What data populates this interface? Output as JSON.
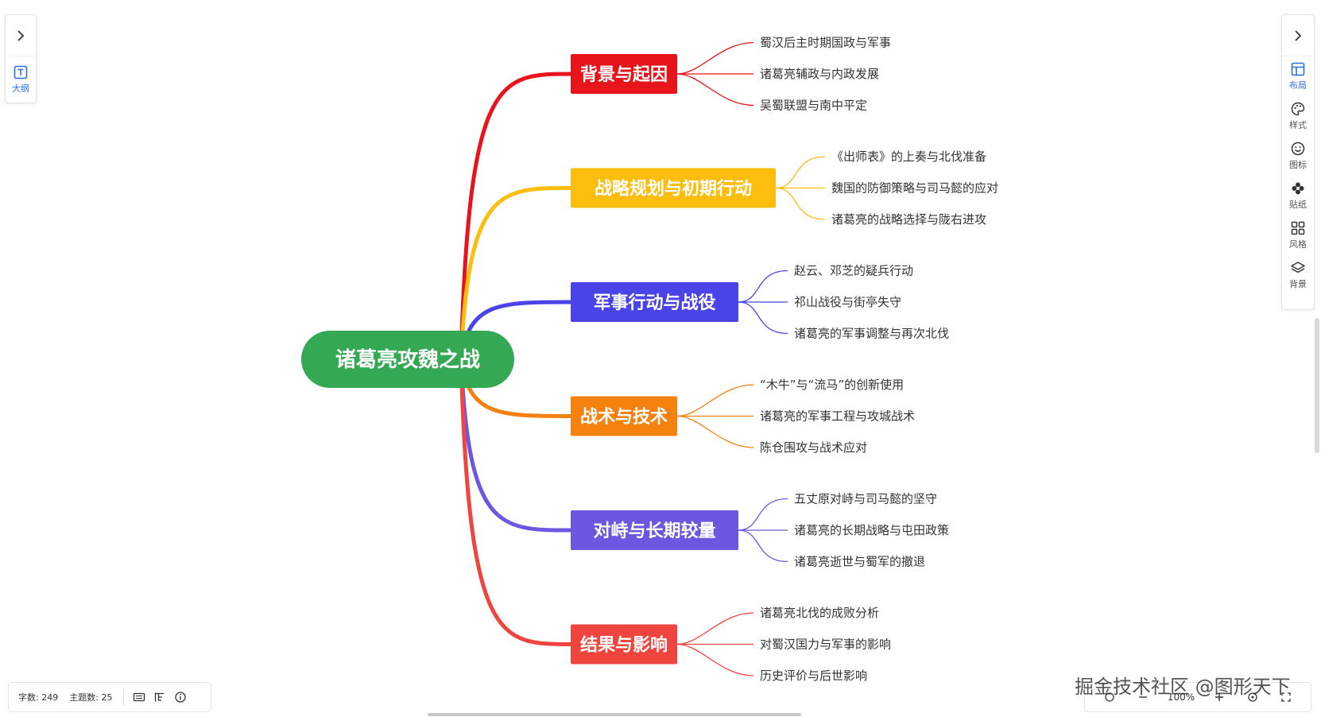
{
  "mindmap": {
    "root": {
      "label": "诸葛亮攻魏之战",
      "color": "#34a853"
    },
    "branches": [
      {
        "label": "背景与起因",
        "color": "#e8141b",
        "children": [
          "蜀汉后主时期国政与军事",
          "诸葛亮辅政与内政发展",
          "吴蜀联盟与南中平定"
        ]
      },
      {
        "label": "战略规划与初期行动",
        "color": "#fbbd0e",
        "children": [
          "《出师表》的上奏与北伐准备",
          "魏国的防御策略与司马懿的应对",
          "诸葛亮的战略选择与陇右进攻"
        ]
      },
      {
        "label": "军事行动与战役",
        "color": "#4a43e8",
        "children": [
          "赵云、邓芝的疑兵行动",
          "祁山战役与街亭失守",
          "诸葛亮的军事调整与再次北伐"
        ]
      },
      {
        "label": "战术与技术",
        "color": "#f5820f",
        "children": [
          "“木牛”与“流马”的创新使用",
          "诸葛亮的军事工程与攻城战术",
          "陈仓围攻与战术应对"
        ]
      },
      {
        "label": "对峙与长期较量",
        "color": "#6e57e0",
        "children": [
          "五丈原对峙与司马懿的坚守",
          "诸葛亮的长期战略与屯田政策",
          "诸葛亮逝世与蜀军的撤退"
        ]
      },
      {
        "label": "结果与影响",
        "color": "#f0443e",
        "children": [
          "诸葛亮北伐的成败分析",
          "对蜀汉国力与军事的影响",
          "历史评价与后世影响"
        ]
      }
    ]
  },
  "left_panel": {
    "outline_label": "大纲",
    "outline_icon": "outline-icon",
    "toggle_icon": "chevron-right-icon"
  },
  "right_panel": {
    "toggle_icon": "chevron-right-icon",
    "tools": [
      {
        "label": "布局",
        "icon": "layout-icon",
        "active": true
      },
      {
        "label": "样式",
        "icon": "palette-icon",
        "active": false
      },
      {
        "label": "图标",
        "icon": "smiley-icon",
        "active": false
      },
      {
        "label": "贴纸",
        "icon": "sticker-icon",
        "active": false
      },
      {
        "label": "风格",
        "icon": "theme-grid-icon",
        "active": false
      },
      {
        "label": "背景",
        "icon": "layers-icon",
        "active": false
      }
    ]
  },
  "status": {
    "word_count": "字数: 249",
    "topic_count": "主题数: 25"
  },
  "zoom": {
    "level": "100%"
  },
  "watermark": "掘金技术社区 @图形天下",
  "colors": {
    "accent": "#2f6fd9"
  }
}
